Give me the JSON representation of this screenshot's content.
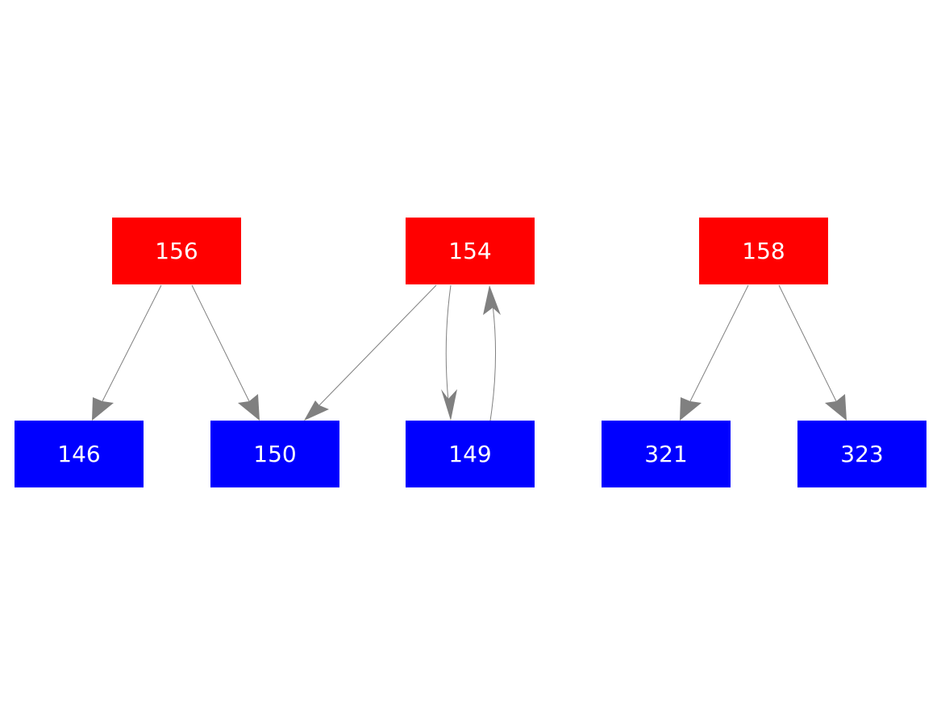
{
  "colors": {
    "source_node": "#ff0000",
    "target_node": "#0000ff",
    "edge": "#808080",
    "label": "#ffffff",
    "background": "#ffffff"
  },
  "nodes": [
    {
      "id": "156",
      "label": "156",
      "role": "source"
    },
    {
      "id": "154",
      "label": "154",
      "role": "source"
    },
    {
      "id": "158",
      "label": "158",
      "role": "source"
    },
    {
      "id": "146",
      "label": "146",
      "role": "target"
    },
    {
      "id": "150",
      "label": "150",
      "role": "target"
    },
    {
      "id": "149",
      "label": "149",
      "role": "target"
    },
    {
      "id": "321",
      "label": "321",
      "role": "target"
    },
    {
      "id": "323",
      "label": "323",
      "role": "target"
    }
  ],
  "edges": [
    {
      "from": "156",
      "to": "146"
    },
    {
      "from": "156",
      "to": "150"
    },
    {
      "from": "154",
      "to": "150"
    },
    {
      "from": "154",
      "to": "149"
    },
    {
      "from": "149",
      "to": "154"
    },
    {
      "from": "158",
      "to": "321"
    },
    {
      "from": "158",
      "to": "323"
    }
  ]
}
